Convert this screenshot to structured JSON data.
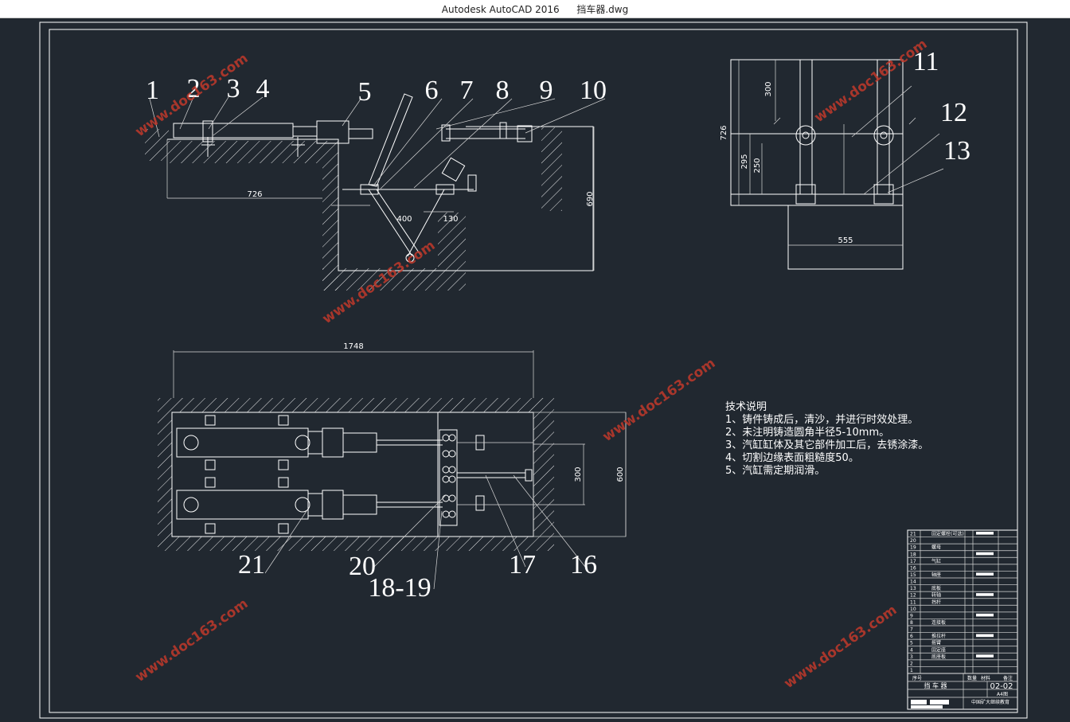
{
  "window": {
    "app_name": "Autodesk AutoCAD 2016",
    "file_name": "挡车器.dwg"
  },
  "part_labels": [
    "1",
    "2",
    "3",
    "4",
    "5",
    "6",
    "7",
    "8",
    "9",
    "10",
    "11",
    "12",
    "13",
    "16",
    "17",
    "18-19",
    "20",
    "21"
  ],
  "dimensions": {
    "d726_side": "726",
    "d690": "690",
    "d400": "400",
    "d130": "130",
    "d726_right": "726",
    "d300_right": "300",
    "d295": "295",
    "d250": "250",
    "d555": "555",
    "d1748": "1748",
    "d300_plan": "300",
    "d600": "600"
  },
  "technical_notes": {
    "title": "技术说明",
    "items": [
      "1、铸件铸成后，清沙，并进行时效处理。",
      "2、未注明铸造圆角半径5-10mm。",
      "3、汽缸缸体及其它部件加工后，去锈涂漆。",
      "4、切割边缘表面粗糙度50。",
      "5、汽缸需定期润滑。"
    ]
  },
  "title_block": {
    "rows": [
      {
        "no": "21",
        "name": "固定螺栓(可选)"
      },
      {
        "no": "20",
        "name": ""
      },
      {
        "no": "19",
        "name": "螺母"
      },
      {
        "no": "18",
        "name": ""
      },
      {
        "no": "17",
        "name": "气缸"
      },
      {
        "no": "16",
        "name": ""
      },
      {
        "no": "15",
        "name": "轴座"
      },
      {
        "no": "14",
        "name": ""
      },
      {
        "no": "13",
        "name": "底板"
      },
      {
        "no": "12",
        "name": "转轴"
      },
      {
        "no": "11",
        "name": "挡杆"
      },
      {
        "no": "10",
        "name": ""
      },
      {
        "no": "9",
        "name": ""
      },
      {
        "no": "8",
        "name": "连接板"
      },
      {
        "no": "7",
        "name": ""
      },
      {
        "no": "6",
        "name": "推拉杆"
      },
      {
        "no": "5",
        "name": "摇臂"
      },
      {
        "no": "4",
        "name": "固定座"
      },
      {
        "no": "3",
        "name": "底座板"
      },
      {
        "no": "2",
        "name": ""
      },
      {
        "no": "1",
        "name": ""
      }
    ],
    "header_seq": "序号",
    "header_qty": "数量",
    "header_material": "材料",
    "header_note": "备注",
    "drawing_name": "挡 车 器",
    "drawing_no": "02-02",
    "sheet_size": "A4图",
    "school": "中国矿大继续教育"
  },
  "watermark": "www.doc163.com"
}
